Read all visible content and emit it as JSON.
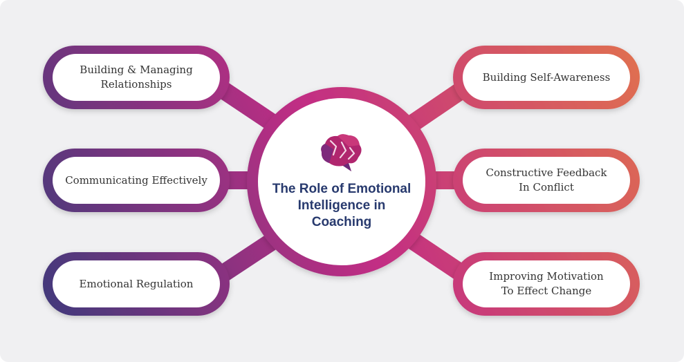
{
  "center": {
    "title": "The Role of Emotional\nIntelligence in\nCoaching",
    "icon": "brain-icon"
  },
  "nodes": [
    {
      "id": "building-relationships",
      "label": "Building & Managing\nRelationships"
    },
    {
      "id": "communicating-effectively",
      "label": "Communicating Effectively"
    },
    {
      "id": "emotional-regulation",
      "label": "Emotional Regulation"
    },
    {
      "id": "building-self-awareness",
      "label": "Building Self-Awareness"
    },
    {
      "id": "constructive-feedback",
      "label": "Constructive Feedback\nIn Conflict"
    },
    {
      "id": "improving-motivation",
      "label": "Improving Motivation\nTo Effect Change"
    }
  ],
  "colors": {
    "background": "#f0f0f2",
    "gradient_left": "#3f3a7a",
    "gradient_mid": "#c22d84",
    "gradient_right": "#e0704f",
    "title": "#283a6e",
    "brain_primary": "#b0266e",
    "brain_secondary": "#7e2a7c"
  }
}
